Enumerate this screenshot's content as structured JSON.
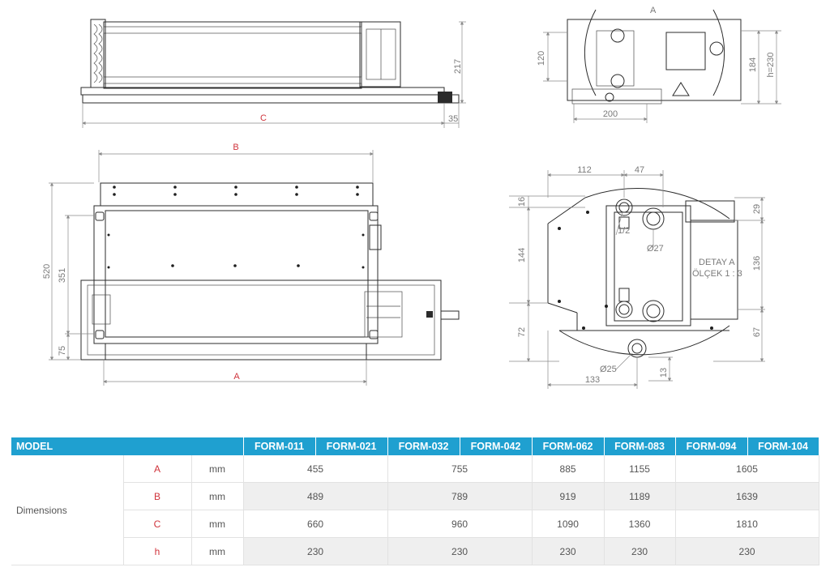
{
  "drawing": {
    "top_left": {
      "height_dim": "217",
      "overall_label": "C",
      "offset_dim": "35"
    },
    "top_right": {
      "detail_marker": "A",
      "dim_left": "120",
      "dim_bottom": "200",
      "dim_right_1": "184",
      "dim_right_2": "h=230"
    },
    "bottom_left": {
      "top_label": "B",
      "bottom_label": "A",
      "dim_520": "520",
      "dim_351": "351",
      "dim_75": "75"
    },
    "bottom_right": {
      "dim_112": "112",
      "dim_47": "47",
      "dim_16": "16",
      "dim_144": "144",
      "dim_72": "72",
      "dim_29": "29",
      "dim_136": "136",
      "dim_67": "67",
      "dim_133": "133",
      "dim_13": "13",
      "pipe_half": "1/2",
      "pipe_27": "Ø27",
      "pipe_25": "Ø25",
      "detail_title": "DETAY A",
      "detail_scale": "ÖLÇEK 1 : 3"
    }
  },
  "table": {
    "header": [
      "MODEL",
      "FORM-011",
      "FORM-021",
      "FORM-032",
      "FORM-042",
      "FORM-062",
      "FORM-083",
      "FORM-094",
      "FORM-104"
    ],
    "row_group_label": "Dimensions",
    "rows": [
      {
        "letter": "A",
        "unit": "mm",
        "values": [
          "455",
          "755",
          "885",
          "1155",
          "1605"
        ]
      },
      {
        "letter": "B",
        "unit": "mm",
        "values": [
          "489",
          "789",
          "919",
          "1189",
          "1639"
        ]
      },
      {
        "letter": "C",
        "unit": "mm",
        "values": [
          "660",
          "960",
          "1090",
          "1360",
          "1810"
        ]
      },
      {
        "letter": "h",
        "unit": "mm",
        "values": [
          "230",
          "230",
          "230",
          "230",
          "230"
        ]
      }
    ]
  },
  "colors": {
    "header_bg": "#1fa0d0",
    "letter_red": "#d0343c",
    "row_alt": "#efefef"
  }
}
